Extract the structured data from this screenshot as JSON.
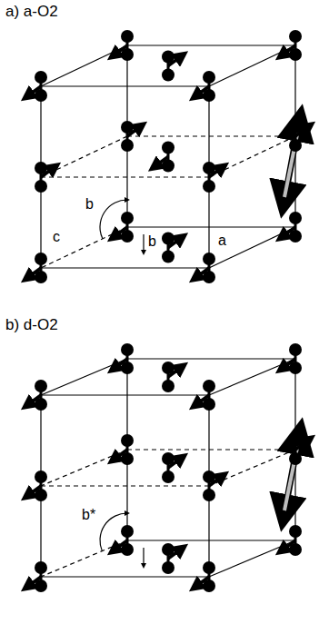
{
  "diagram": {
    "labels": [
      "a) a-O2",
      "c",
      "b",
      "b",
      "a",
      "b) d-O2",
      "b*"
    ]
  }
}
